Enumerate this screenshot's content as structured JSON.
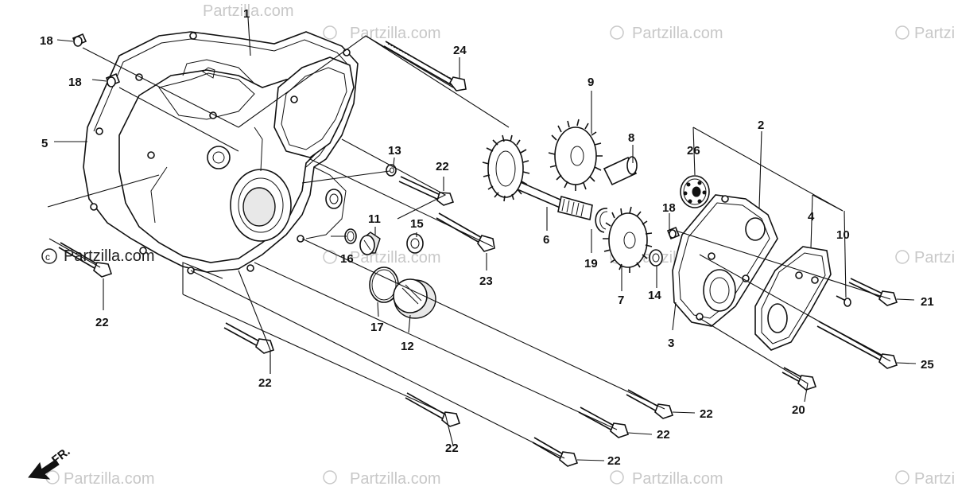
{
  "diagram": {
    "watermark": "Partzilla.com",
    "front_label": "FR.",
    "part_numbers": [
      "1",
      "2",
      "3",
      "4",
      "5",
      "6",
      "7",
      "8",
      "9",
      "10",
      "11",
      "12",
      "13",
      "14",
      "15",
      "16",
      "17",
      "18",
      "19",
      "20",
      "21",
      "22",
      "23",
      "24",
      "25",
      "26"
    ],
    "callouts": {
      "n1": "1",
      "n2": "2",
      "n3": "3",
      "n4": "4",
      "n5": "5",
      "n6": "6",
      "n7": "7",
      "n8": "8",
      "n9": "9",
      "n10": "10",
      "n11": "11",
      "n12": "12",
      "n13": "13",
      "n14": "14",
      "n15": "15",
      "n16": "16",
      "n17": "17",
      "n18a": "18",
      "n18b": "18",
      "n18c": "18",
      "n19": "19",
      "n20": "20",
      "n21": "21",
      "n22a": "22",
      "n22b": "22",
      "n22c": "22",
      "n22d": "22",
      "n22e": "22",
      "n22f": "22",
      "n22g": "22",
      "n23": "23",
      "n24": "24",
      "n25": "25",
      "n26": "26"
    }
  }
}
